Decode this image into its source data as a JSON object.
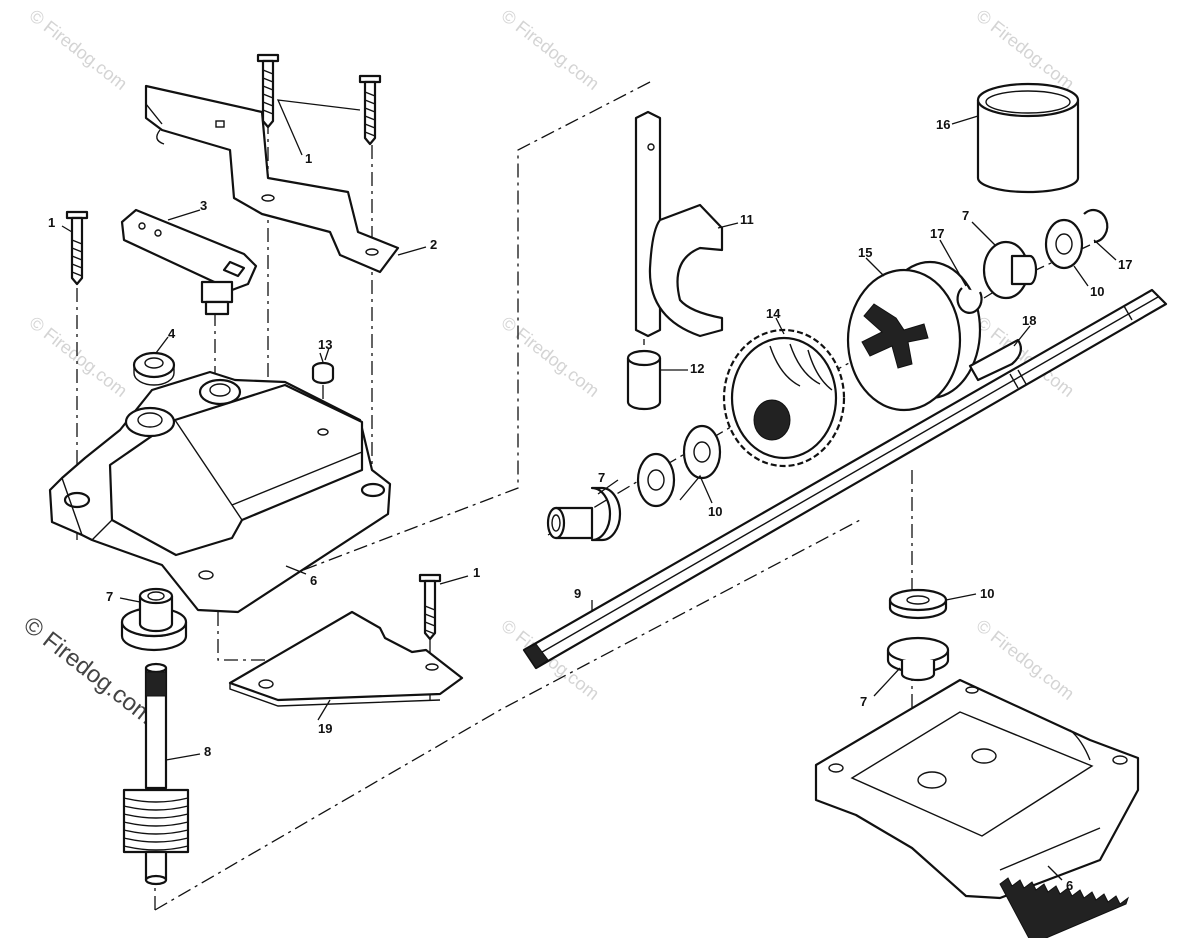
{
  "diagram": {
    "watermark": "© Firedog.com",
    "side_watermark": "© Firedog.com",
    "callouts": [
      {
        "id": "c1a",
        "text": "1"
      },
      {
        "id": "c1b",
        "text": "1"
      },
      {
        "id": "c1c",
        "text": "1"
      },
      {
        "id": "c2",
        "text": "2"
      },
      {
        "id": "c3",
        "text": "3"
      },
      {
        "id": "c4",
        "text": "4"
      },
      {
        "id": "c6a",
        "text": "6"
      },
      {
        "id": "c6b",
        "text": "6"
      },
      {
        "id": "c7a",
        "text": "7"
      },
      {
        "id": "c7b",
        "text": "7"
      },
      {
        "id": "c7c",
        "text": "7"
      },
      {
        "id": "c7d",
        "text": "7"
      },
      {
        "id": "c8",
        "text": "8"
      },
      {
        "id": "c9",
        "text": "9"
      },
      {
        "id": "c10a",
        "text": "10"
      },
      {
        "id": "c10b",
        "text": "10"
      },
      {
        "id": "c10c",
        "text": "10"
      },
      {
        "id": "c11",
        "text": "11"
      },
      {
        "id": "c12",
        "text": "12"
      },
      {
        "id": "c13",
        "text": "13"
      },
      {
        "id": "c14",
        "text": "14"
      },
      {
        "id": "c15",
        "text": "15"
      },
      {
        "id": "c16",
        "text": "16"
      },
      {
        "id": "c17a",
        "text": "17"
      },
      {
        "id": "c17b",
        "text": "17"
      },
      {
        "id": "c18",
        "text": "18"
      },
      {
        "id": "c19",
        "text": "19"
      }
    ]
  }
}
